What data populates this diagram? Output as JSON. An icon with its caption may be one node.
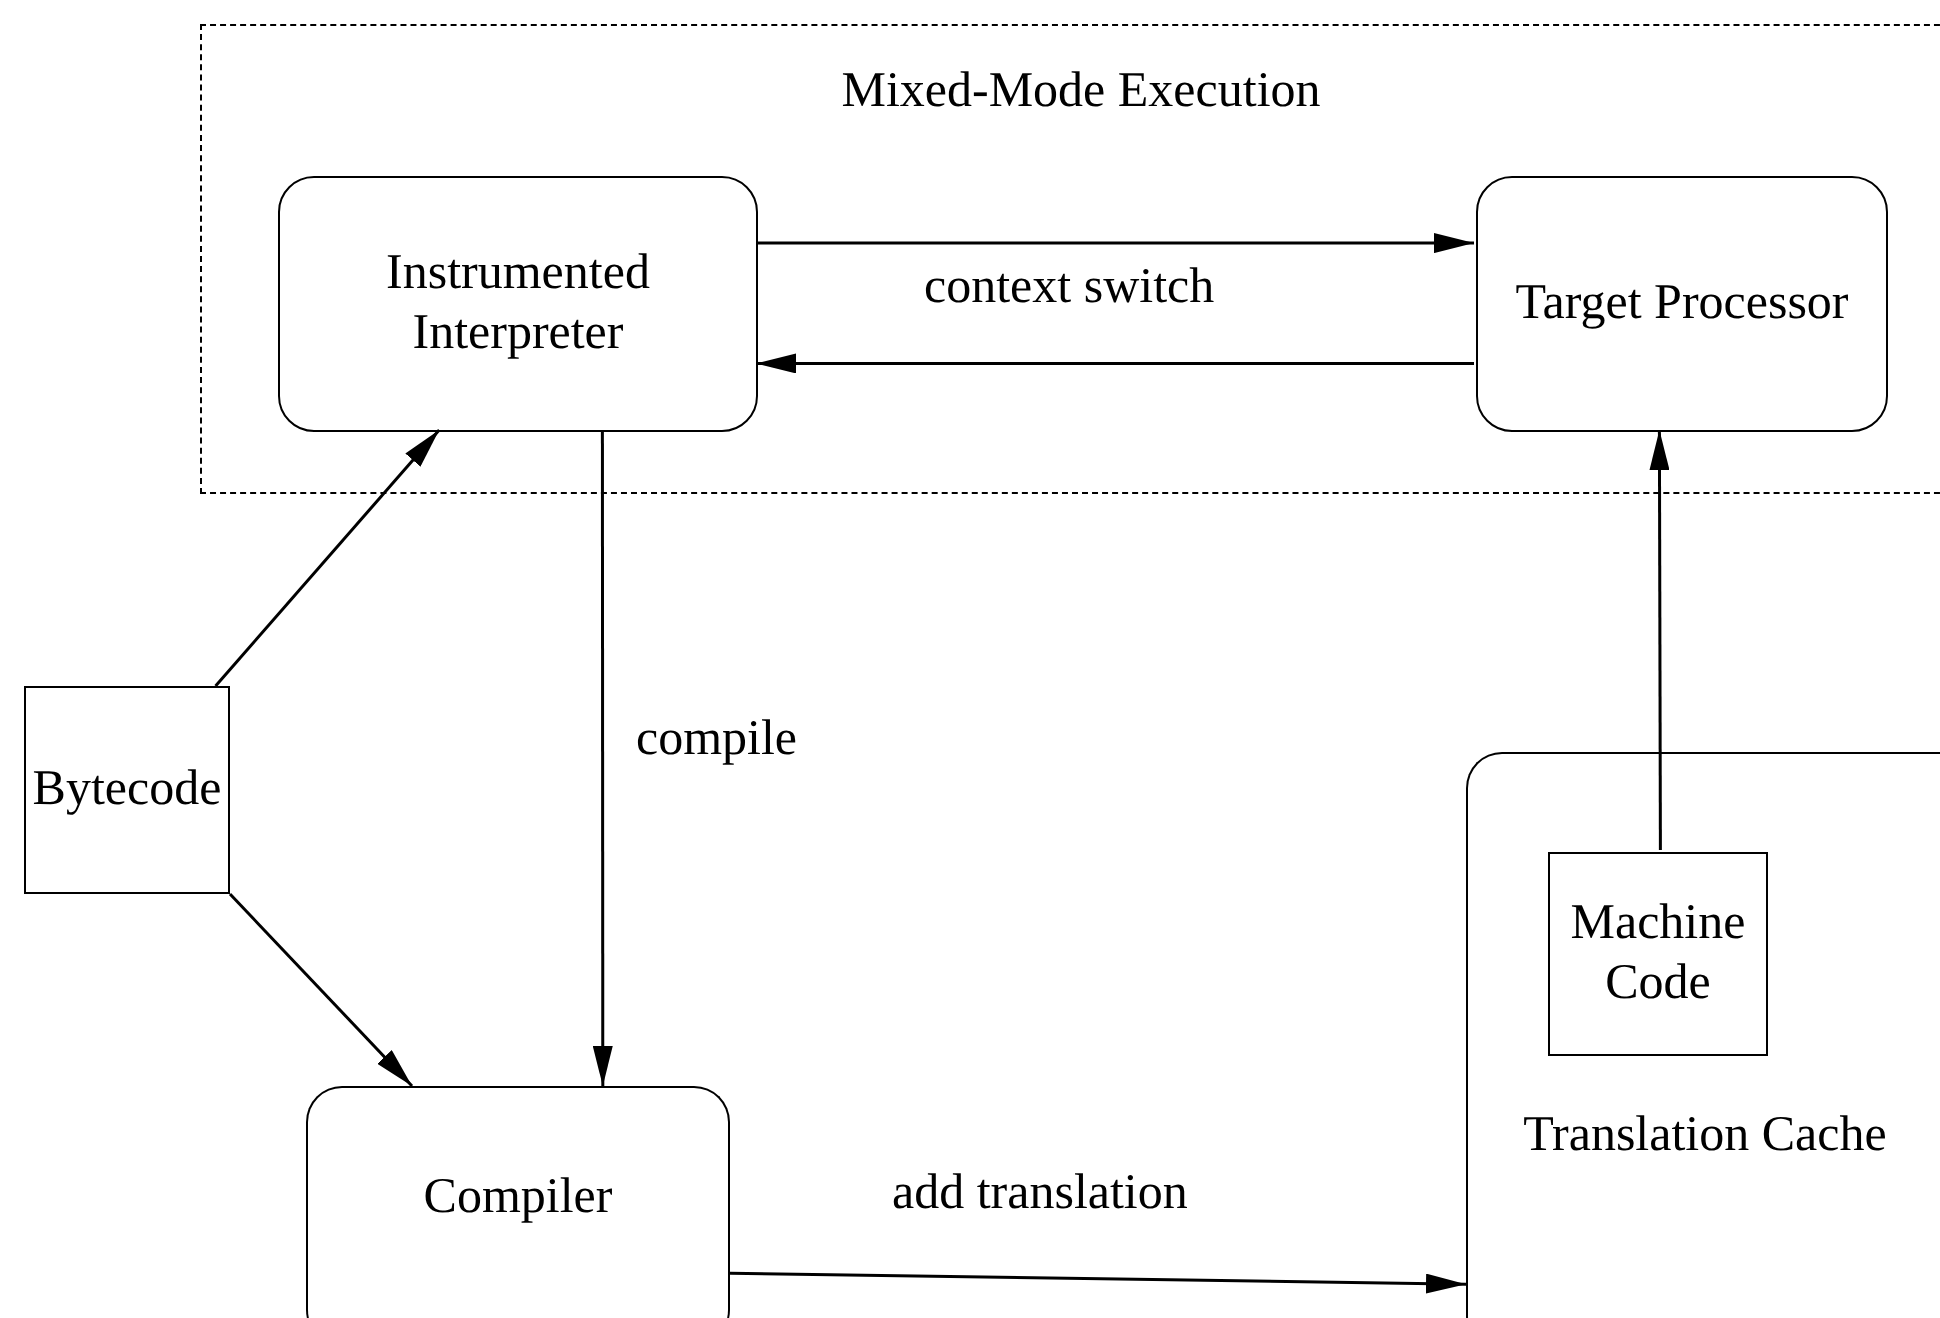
{
  "diagram": {
    "nodes": [
      {
        "text": [
          "Mixed-Mode Execution"
        ]
      },
      {
        "text": [
          "Instrumented Interpreter"
        ],
        "in": 0
      },
      {
        "text": [
          "Target Processor"
        ],
        "in": 0
      },
      {
        "text": [
          "Bytecode"
        ]
      },
      {
        "text": [
          "Compiler"
        ]
      },
      {
        "text": [
          "Translation Cache"
        ]
      },
      {
        "text": [
          "Machine Code"
        ],
        "in": 5
      }
    ],
    "edges": [
      {
        "from": 1,
        "to": 2,
        "arrow": "to"
      },
      {
        "from": 2,
        "to": 1,
        "arrow": "to",
        "label": "context switch"
      },
      {
        "from": 3,
        "to": 1,
        "arrow": "to"
      },
      {
        "from": 3,
        "to": 4,
        "arrow": "to"
      },
      {
        "from": 1,
        "to": 4,
        "arrow": "to",
        "label": "compile"
      },
      {
        "from": 4,
        "to": 5,
        "arrow": "to",
        "label": "add translation"
      },
      {
        "from": 6,
        "to": 2,
        "arrow": "to"
      }
    ]
  }
}
